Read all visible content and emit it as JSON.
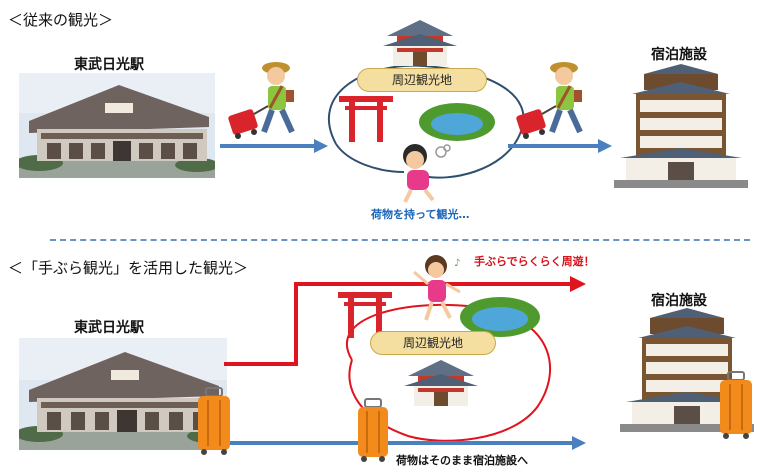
{
  "top": {
    "heading": "＜従来の観光＞",
    "station_label": "東武日光駅",
    "hotel_label": "宿泊施設",
    "spots_label": "周辺観光地",
    "caption": "荷物を持って観光…"
  },
  "bottom": {
    "heading": "＜「手ぶら観光」を活用した観光＞",
    "station_label": "東武日光駅",
    "hotel_label": "宿泊施設",
    "spots_label": "周辺観光地",
    "caption_red": "手ぶらでらくらく周遊！",
    "caption_black": "荷物はそのまま宿泊施設へ"
  },
  "colors": {
    "blue_arrow": "#4a7fc0",
    "red_arrow": "#e0141e",
    "loop_line": "#2f4f6f",
    "suitcase": "#f28a1c",
    "torii": "#d8242a"
  }
}
